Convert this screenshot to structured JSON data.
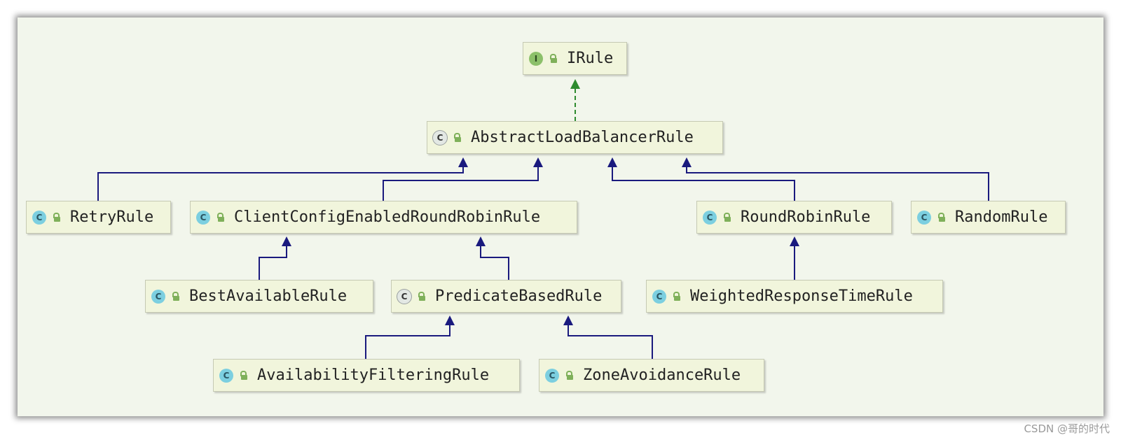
{
  "diagram": {
    "nodes": [
      {
        "id": "irule",
        "label": "IRule",
        "kind": "interface",
        "badge": "I"
      },
      {
        "id": "alb",
        "label": "AbstractLoadBalancerRule",
        "kind": "abstract",
        "badge": "C"
      },
      {
        "id": "retry",
        "label": "RetryRule",
        "kind": "class",
        "badge": "C"
      },
      {
        "id": "ccerr",
        "label": "ClientConfigEnabledRoundRobinRule",
        "kind": "class",
        "badge": "C"
      },
      {
        "id": "rr",
        "label": "RoundRobinRule",
        "kind": "class",
        "badge": "C"
      },
      {
        "id": "random",
        "label": "RandomRule",
        "kind": "class",
        "badge": "C"
      },
      {
        "id": "best",
        "label": "BestAvailableRule",
        "kind": "class",
        "badge": "C"
      },
      {
        "id": "pbr",
        "label": "PredicateBasedRule",
        "kind": "abstract",
        "badge": "C"
      },
      {
        "id": "wrt",
        "label": "WeightedResponseTimeRule",
        "kind": "class",
        "badge": "C"
      },
      {
        "id": "afr",
        "label": "AvailabilityFilteringRule",
        "kind": "class",
        "badge": "C"
      },
      {
        "id": "zar",
        "label": "ZoneAvoidanceRule",
        "kind": "class",
        "badge": "C"
      }
    ],
    "edges": [
      {
        "from": "alb",
        "to": "irule",
        "type": "implements"
      },
      {
        "from": "retry",
        "to": "alb",
        "type": "extends"
      },
      {
        "from": "ccerr",
        "to": "alb",
        "type": "extends"
      },
      {
        "from": "rr",
        "to": "alb",
        "type": "extends"
      },
      {
        "from": "random",
        "to": "alb",
        "type": "extends"
      },
      {
        "from": "best",
        "to": "ccerr",
        "type": "extends"
      },
      {
        "from": "pbr",
        "to": "ccerr",
        "type": "extends"
      },
      {
        "from": "wrt",
        "to": "rr",
        "type": "extends"
      },
      {
        "from": "afr",
        "to": "pbr",
        "type": "extends"
      },
      {
        "from": "zar",
        "to": "pbr",
        "type": "extends"
      }
    ],
    "colors": {
      "implements": "#2e8b2e",
      "extends": "#1a1a7e"
    }
  },
  "watermark": "CSDN @哥的时代"
}
